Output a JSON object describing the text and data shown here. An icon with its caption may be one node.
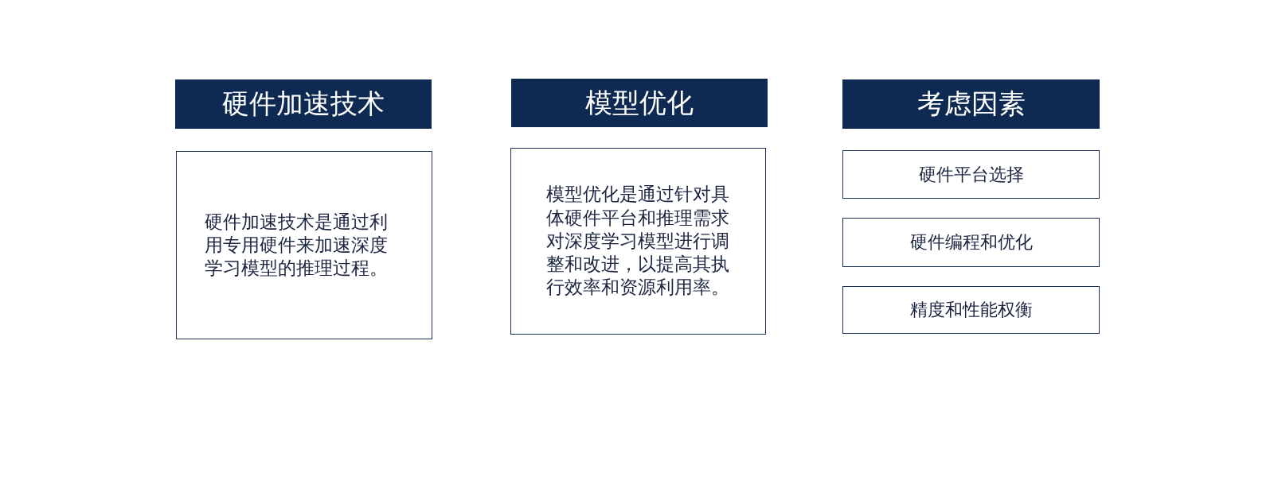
{
  "diagram": {
    "nodes": [
      {
        "text": [
          "硬件加速技术"
        ]
      },
      {
        "text": [
          "硬件加速技术是通过利用专用硬件来加速深度学习模型的推理过程。"
        ]
      },
      {
        "text": [
          "模型优化"
        ]
      },
      {
        "text": [
          "模型优化是通过针对具体硬件平台和推理需求对深度学习模型进行调整和改进，以提高其执行效率和资源利用率。"
        ]
      },
      {
        "text": [
          "考虑因素"
        ]
      },
      {
        "text": [
          "硬件平台选择"
        ]
      },
      {
        "text": [
          "硬件编程和优化"
        ]
      },
      {
        "text": [
          "精度和性能权衡"
        ]
      }
    ]
  }
}
